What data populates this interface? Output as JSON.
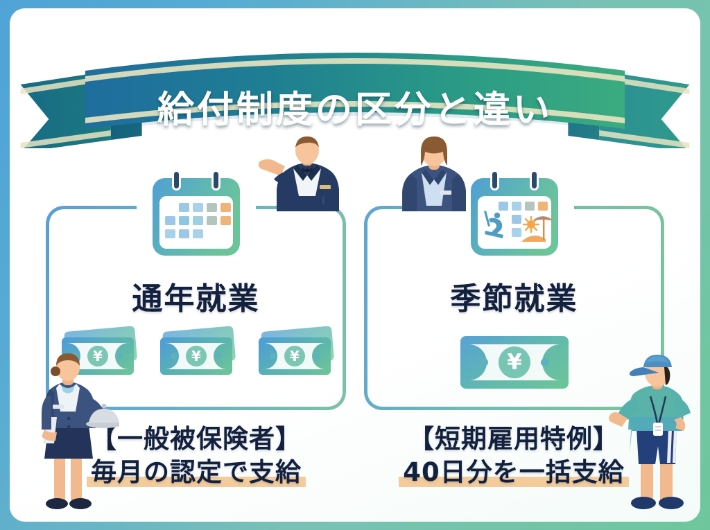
{
  "banner": {
    "title": "給付制度の区分と違い",
    "ribbon_color_left": "#1f6d9e",
    "ribbon_color_right": "#35a882",
    "ribbon_stripe_color": "#e8e4c0",
    "tail_color_left": "#1d7a7e",
    "tail_color_right": "#2c8f93"
  },
  "theme": {
    "background_start": "#4fa3d6",
    "background_end": "#6ec79c",
    "panel_color": "#ffffff",
    "card_border_blue": "#5a9fd4",
    "card_border_green": "#7cc49c",
    "title_text_color": "#13213f",
    "highlight_color": "#f4cc9c",
    "bill_gradient_start": "#5a9fd4",
    "bill_gradient_end": "#6cc49a",
    "calendar_cell_blue": "#9cc8e6",
    "calendar_cell_gray": "#b6c4be",
    "calendar_cell_orange": "#f0b378"
  },
  "cards": [
    {
      "id": "year-round",
      "title": "通年就業",
      "calendar_icon": "calendar-grid-icon",
      "money_icon": "yen-banknote-icon",
      "money_count": 3,
      "caption_line1": "【一般被保険者】",
      "caption_line2": "毎月の認定で支給",
      "highlight": true
    },
    {
      "id": "seasonal",
      "title": "季節就業",
      "calendar_icon": "calendar-season-icon",
      "money_icon": "yen-banknote-icon",
      "money_count": 1,
      "caption_line1": "【短期雇用特例】",
      "caption_line2": "40日分を一括支給",
      "highlight": true
    }
  ],
  "people": [
    {
      "id": "host",
      "name": "male-host-figure",
      "attire": "navy tuxedo with bow tie"
    },
    {
      "id": "hostess",
      "name": "female-staff-figure",
      "attire": "navy business suit"
    },
    {
      "id": "waitress",
      "name": "waitress-with-tray-figure",
      "attire": "navy uniform, silver cloche tray"
    },
    {
      "id": "worker",
      "name": "seasonal-worker-figure",
      "attire": "blue cap, teal shirt, navy shorts"
    }
  ],
  "seasonal_symbols": [
    "skier-icon",
    "beach-umbrella-icon",
    "sun-icon"
  ]
}
